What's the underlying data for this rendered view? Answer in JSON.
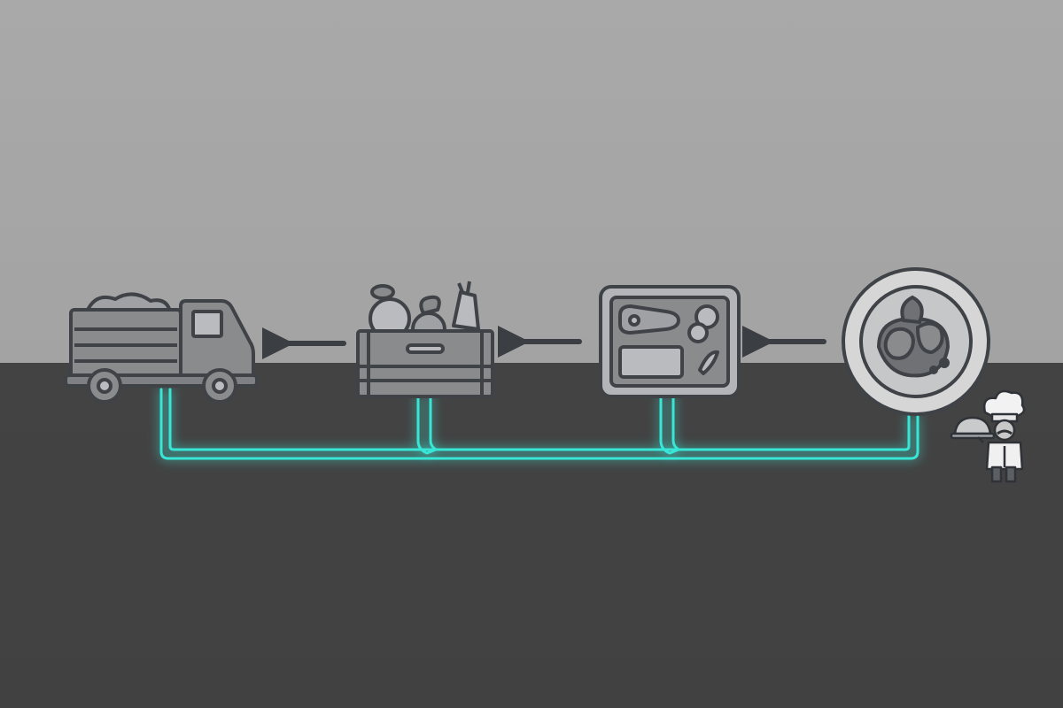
{
  "colors": {
    "sky": "#a8a8a8",
    "ground": "#434343",
    "icon_fill": "#8a8b8d",
    "icon_light": "#b9bbbe",
    "outline": "#3f4246",
    "arrow": "#3b3e43",
    "glow": "#37e6d6",
    "plate": "#d6d6d6"
  },
  "nodes": [
    {
      "id": "truck",
      "icon": "farm-truck-icon"
    },
    {
      "id": "crate",
      "icon": "produce-crate-icon"
    },
    {
      "id": "tray",
      "icon": "prep-tray-icon"
    },
    {
      "id": "plate",
      "icon": "plated-dish-icon"
    },
    {
      "id": "chef",
      "icon": "chef-cloche-icon"
    }
  ],
  "flow_arrows": [
    {
      "from": "crate",
      "to": "truck",
      "direction": "left"
    },
    {
      "from": "tray",
      "to": "crate",
      "direction": "left"
    },
    {
      "from": "plate",
      "to": "tray",
      "direction": "left"
    }
  ],
  "connector": {
    "style": "neon-glow",
    "links": [
      "truck",
      "crate",
      "tray",
      "plate"
    ]
  }
}
